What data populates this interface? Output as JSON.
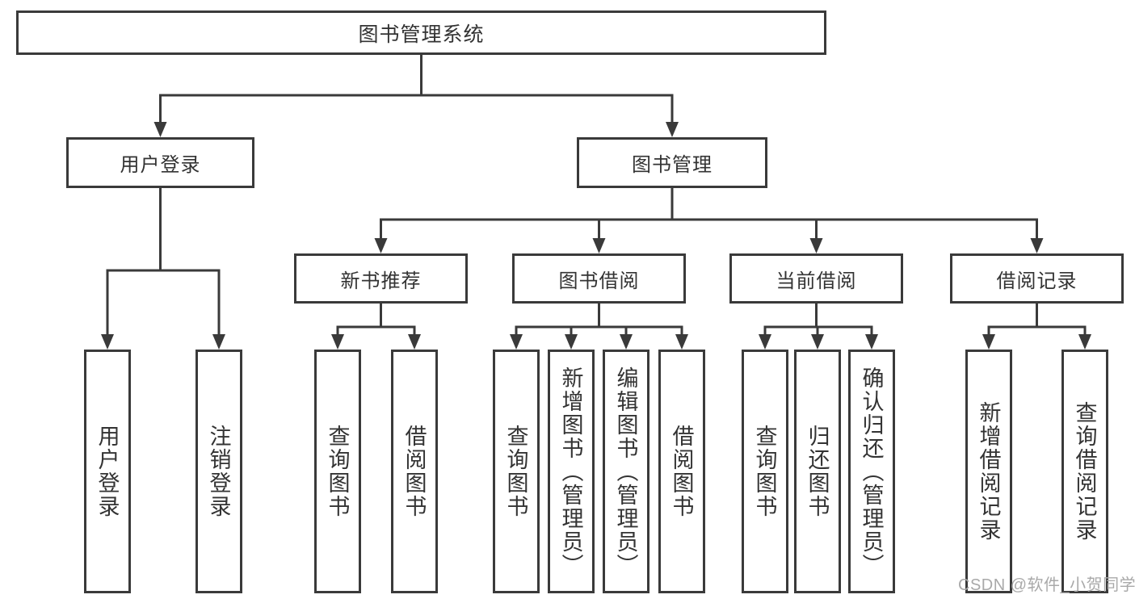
{
  "diagram": {
    "root": "图书管理系统",
    "branches": {
      "user_login": {
        "label": "用户登录",
        "children": [
          "用户登录",
          "注销登录"
        ]
      },
      "book_management": {
        "label": "图书管理",
        "sections": {
          "new_books": {
            "label": "新书推荐",
            "children": [
              "查询图书",
              "借阅图书"
            ]
          },
          "borrowing": {
            "label": "图书借阅",
            "children": [
              "查询图书",
              "新增图书（管理员）",
              "编辑图书（管理员）",
              "借阅图书"
            ]
          },
          "current": {
            "label": "当前借阅",
            "children": [
              "查询图书",
              "归还图书",
              "确认归还（管理员）"
            ]
          },
          "records": {
            "label": "借阅记录",
            "children": [
              "新增借阅记录",
              "查询借阅记录"
            ]
          }
        }
      }
    }
  },
  "watermark": "CSDN @软件_小贺同学",
  "colors": {
    "border": "#3a3a3a",
    "text": "#333333",
    "watermark": "#a9a9a9",
    "background": "#ffffff"
  }
}
